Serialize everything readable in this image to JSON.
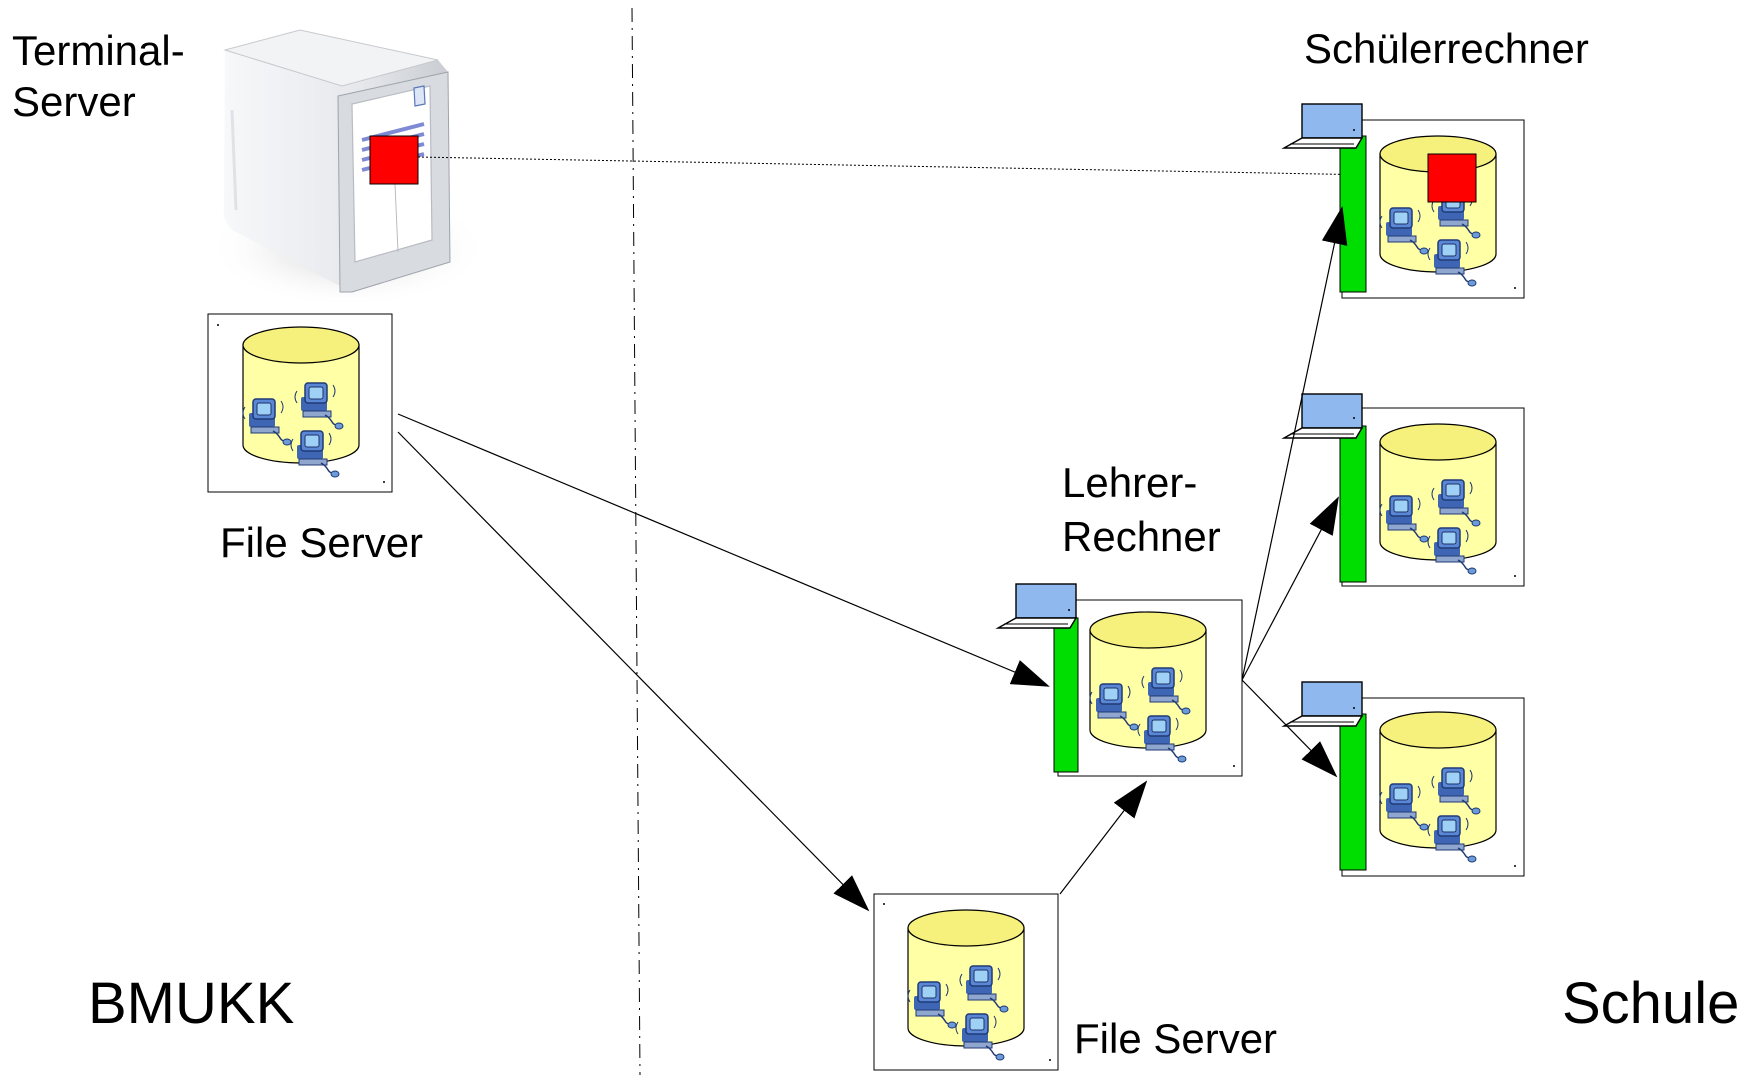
{
  "labels": {
    "terminal_server_line1": "Terminal-",
    "terminal_server_line2": "Server",
    "file_server_left": "File Server",
    "schuelerrechner": "Schülerrechner",
    "lehrer_line1": "Lehrer-",
    "lehrer_line2": "Rechner",
    "file_server_bottom": "File Server",
    "bmukk": "BMUKK",
    "schule": "Schule"
  },
  "colors": {
    "cylinder_fill": "#ffffa6",
    "cylinder_top": "#f5f080",
    "green_bar": "#00dd00",
    "laptop_screen": "#8fb8ef",
    "red_marker": "#ff0000",
    "server_body": "#e9ebee",
    "line": "#000000"
  },
  "icons": {
    "terminal_server": "tower-server-icon",
    "database": "database-cylinder-icon",
    "workstation": "desktop-computer-icon",
    "laptop": "laptop-icon",
    "marker": "red-square-icon"
  }
}
